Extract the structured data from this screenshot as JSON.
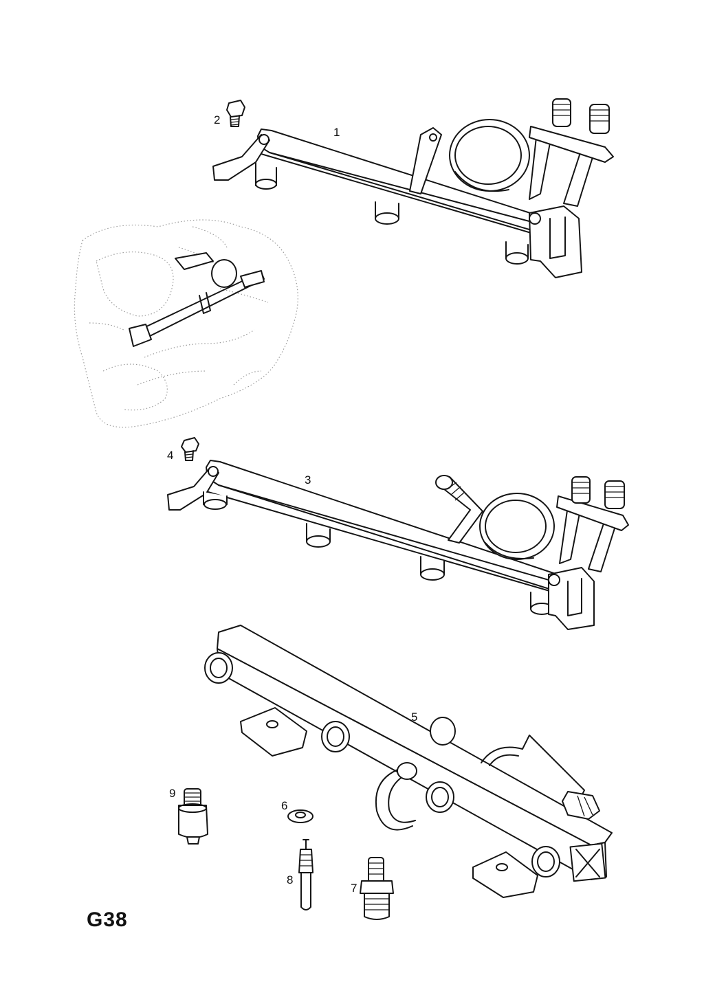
{
  "page_code": "G38",
  "callouts": [
    {
      "id": "1",
      "text": "1"
    },
    {
      "id": "2",
      "text": "2"
    },
    {
      "id": "3",
      "text": "3"
    },
    {
      "id": "4",
      "text": "4"
    },
    {
      "id": "5",
      "text": "5"
    },
    {
      "id": "6",
      "text": "6"
    },
    {
      "id": "7",
      "text": "7"
    },
    {
      "id": "8",
      "text": "8"
    },
    {
      "id": "9",
      "text": "9"
    }
  ],
  "colors": {
    "ink": "#151515",
    "paper": "#ffffff",
    "stipple": "#9a9a9a"
  }
}
